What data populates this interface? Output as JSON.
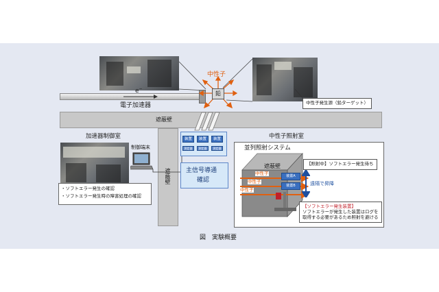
{
  "labels": {
    "neutron_top": "中性子",
    "electron": "e",
    "lead": "鉛",
    "accelerator": "電子加速器",
    "shield_wall_top": "遮蔽壁",
    "shield_wall_vertical": "遮蔽壁",
    "control_room": "加速器制御室",
    "control_terminal": "制御端末",
    "irradiation_room": "中性子照射室",
    "parallel_system": "並列照射システム",
    "signal_check_line1": "主信号導通",
    "signal_check_line2": "確認",
    "shield_block": "遮蔽壁",
    "neutron_a": "中性子",
    "neutron_b": "中性子",
    "neutron_c": "中性子",
    "device_a": "装置A",
    "device_b": "装置B",
    "lift": "遠隔で昇降",
    "figure_caption": "図　実験概要"
  },
  "callouts": {
    "neutron_source": "中性子発生源（鉛ターゲット）",
    "irradiating": "【照射中】ソフトエラー発生待ち",
    "softerror_title": "【ソフトエラー発生装置】",
    "softerror_line1": "ソフトエラーが発生した装置はログを",
    "softerror_line2": "取得する必要があるため照射を避ける"
  },
  "control_notes": {
    "line1": "・ソフトエラー発生の確認",
    "line2": "・ソフトエラー発生時の障害処理の確認"
  },
  "devices": [
    {
      "label": "装置",
      "sub": "測定器"
    },
    {
      "label": "装置",
      "sub": "測定器"
    },
    {
      "label": "装置",
      "sub": "測定器"
    }
  ],
  "colors": {
    "panel_bg": "#e4e8f2",
    "wall": "#c8c8c8",
    "neutron": "#e06010",
    "device": "#3a6fbf",
    "signal_box": "#d6e8f8",
    "lift_arrow": "#1e50a0",
    "error_label": "#c0202a"
  }
}
